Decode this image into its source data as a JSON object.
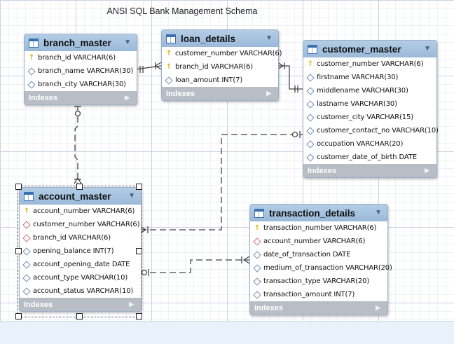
{
  "diagram_title": "ANSI SQL Bank Management Schema",
  "indexes_label": "Indexes",
  "tables": {
    "branch_master": {
      "name": "branch_master",
      "columns": [
        {
          "text": "branch_id VARCHAR(6)",
          "icon": "key"
        },
        {
          "text": "branch_name VARCHAR(30)",
          "icon": "column"
        },
        {
          "text": "branch_city VARCHAR(30)",
          "icon": "column"
        }
      ]
    },
    "loan_details": {
      "name": "loan_details",
      "columns": [
        {
          "text": "customer_number VARCHAR(6)",
          "icon": "key"
        },
        {
          "text": "branch_id VARCHAR(6)",
          "icon": "key"
        },
        {
          "text": "loan_amount INT(7)",
          "icon": "column"
        }
      ]
    },
    "customer_master": {
      "name": "customer_master",
      "columns": [
        {
          "text": "customer_number VARCHAR(6)",
          "icon": "key"
        },
        {
          "text": "firstname VARCHAR(30)",
          "icon": "column"
        },
        {
          "text": "middlename VARCHAR(30)",
          "icon": "column"
        },
        {
          "text": "lastname VARCHAR(30)",
          "icon": "column"
        },
        {
          "text": "customer_city VARCHAR(15)",
          "icon": "column"
        },
        {
          "text": "customer_contact_no VARCHAR(10)",
          "icon": "column"
        },
        {
          "text": "occupation VARCHAR(20)",
          "icon": "column"
        },
        {
          "text": "customer_date_of_birth DATE",
          "icon": "column"
        }
      ]
    },
    "account_master": {
      "name": "account_master",
      "columns": [
        {
          "text": "account_number VARCHAR(6)",
          "icon": "key"
        },
        {
          "text": "customer_number VARCHAR(6)",
          "icon": "foreign-key"
        },
        {
          "text": "branch_id VARCHAR(6)",
          "icon": "foreign-key"
        },
        {
          "text": "opening_balance INT(7)",
          "icon": "column"
        },
        {
          "text": "account_opening_date DATE",
          "icon": "column"
        },
        {
          "text": "account_type VARCHAR(10)",
          "icon": "column"
        },
        {
          "text": "account_status VARCHAR(10)",
          "icon": "column"
        }
      ]
    },
    "transaction_details": {
      "name": "transaction_details",
      "columns": [
        {
          "text": "transaction_number VARCHAR(6)",
          "icon": "key"
        },
        {
          "text": "account_number VARCHAR(6)",
          "icon": "foreign-key"
        },
        {
          "text": "date_of_transaction DATE",
          "icon": "column"
        },
        {
          "text": "medium_of_transaction VARCHAR(20)",
          "icon": "column"
        },
        {
          "text": "transaction_type VARCHAR(20)",
          "icon": "column"
        },
        {
          "text": "transaction_amount INT(7)",
          "icon": "column"
        }
      ]
    }
  },
  "colors": {
    "header": "#9ab9d9",
    "footer": "#b9bec6",
    "key_icon": "#e0b000",
    "column_icon": "#6e8fb5",
    "foreign_key_icon": "#d46a7a",
    "relationship_line": "#444444"
  }
}
